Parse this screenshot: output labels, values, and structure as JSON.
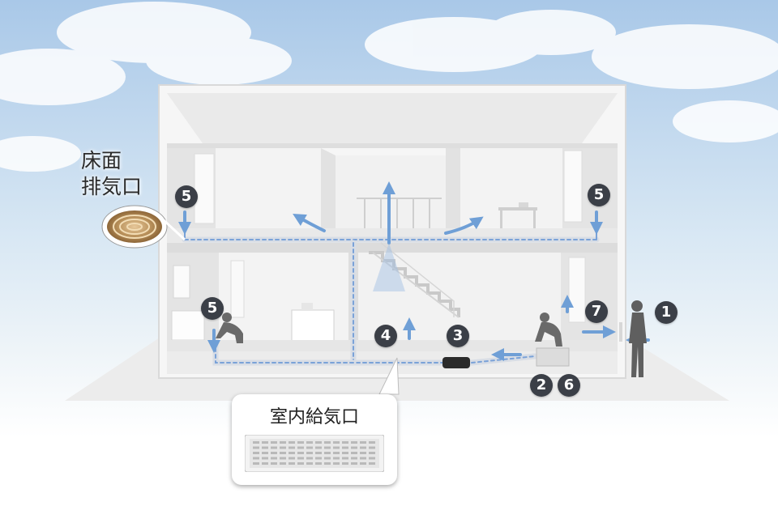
{
  "labels": {
    "floor_exhaust": [
      "床面",
      "排気口"
    ],
    "indoor_supply_vent": "室内給気口"
  },
  "badges": {
    "b1": "1",
    "b2": "2",
    "b3": "3",
    "b4": "4",
    "b5_upper_left": "5",
    "b5_upper_right": "5",
    "b5_lower_left": "5",
    "b6": "6",
    "b7": "7"
  },
  "colors": {
    "sky": "#bcd6ef",
    "ground": "#ededed",
    "wall": "#f4f4f4",
    "airflow": "#6f9fd6",
    "duct_dashes": "#7aa2d8",
    "badge": "#3b3f47",
    "vent_wood": "#a87f4c"
  }
}
